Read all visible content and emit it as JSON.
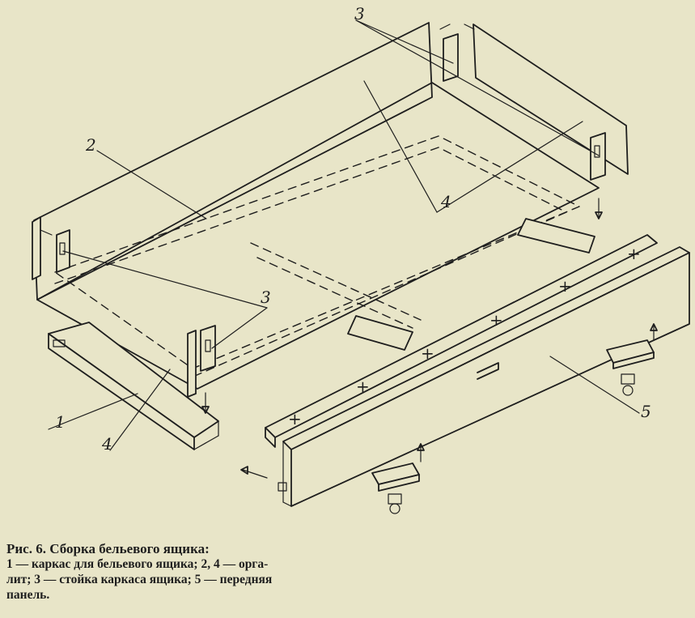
{
  "figure": {
    "labels": {
      "l1": "1",
      "l2": "2",
      "l3_top": "3",
      "l3_mid": "3",
      "l4_top": "4",
      "l4_bottom": "4",
      "l5": "5"
    },
    "caption": {
      "title": "Рис. 6. Сборка бельевого ящика:",
      "line1": "1 — каркас для бельевого ящика; 2, 4 — орга-",
      "line2": "лит; 3 — стойка каркаса ящика; 5 — передняя",
      "line3": "панель."
    }
  }
}
